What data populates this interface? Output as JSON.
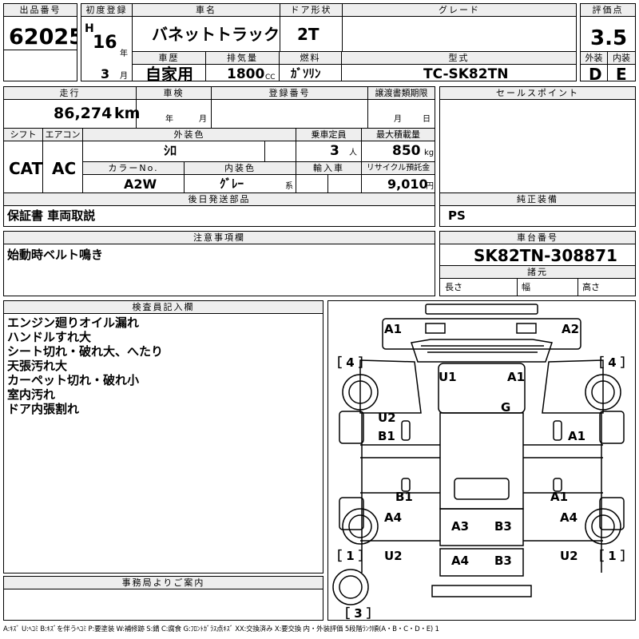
{
  "header": {
    "lot_label": "出品番号",
    "lot_no": "62025",
    "first_reg_label": "初度登録",
    "era": "H",
    "year": "16",
    "year_unit": "年",
    "month": "3",
    "month_unit": "月",
    "car_name_label": "車名",
    "car_name": "バネットトラック",
    "door_label": "ドア形状",
    "door": "2T",
    "grade_label": "グレード",
    "grade": "",
    "score_label": "評価点",
    "score": "3.5",
    "history_label": "車歴",
    "history": "自家用",
    "disp_label": "排気量",
    "disp": "1800",
    "disp_unit": "CC",
    "fuel_label": "燃料",
    "fuel": "ｶﾞｿﾘﾝ",
    "model_label": "型式",
    "model": "TC-SK82TN",
    "ext_grade_label": "外装",
    "ext_grade": "D",
    "int_grade_label": "内装",
    "int_grade": "E"
  },
  "spec": {
    "mileage_label": "走行",
    "mileage": "86,274",
    "mileage_unit": "km",
    "inspection_label": "車検",
    "year_unit": "年",
    "month_unit": "月",
    "plate_label": "登録番号",
    "transfer_label": "譲渡書類期限",
    "m_unit": "月",
    "d_unit": "日",
    "shift_label": "シフト",
    "shift": "CAT",
    "ac_label": "エアコン",
    "ac": "AC",
    "ext_color_label": "外装色",
    "ext_color": "ｼﾛ",
    "capacity_label": "乗車定員",
    "capacity": "3",
    "capacity_unit": "人",
    "load_label": "最大積載量",
    "load": "850",
    "load_unit": "kg",
    "color_no_label": "カラーNo.",
    "color_no": "A2W",
    "int_color_label": "内装色",
    "int_color": "ｸﾞﾚｰ",
    "int_color_unit": "系",
    "import_label": "輸入車",
    "recycle_label": "リサイクル預託金",
    "recycle": "9,010",
    "recycle_unit": "円",
    "later_label": "後日発送部品",
    "later": "保証書 車両取説"
  },
  "sales_point_label": "セールスポイント",
  "genuine_label": "純正装備",
  "genuine": "PS",
  "notes_label": "注意事項欄",
  "notes": "始動時ベルト鳴き",
  "chassis_label": "車台番号",
  "chassis": "SK82TN-308871",
  "dims_label": "諸元",
  "length_label": "長さ",
  "width_label": "幅",
  "height_label": "高さ",
  "inspector_label": "検査員記入欄",
  "inspector_notes": [
    "エンジン廻りオイル漏れ",
    "ハンドルすれ大",
    "シート切れ・破れ大、へたり",
    "天張汚れ大",
    "カーペット切れ・破れ小",
    "室内汚れ",
    "ドア内張割れ"
  ],
  "office_label": "事務局よりご案内",
  "diagram": {
    "marks": [
      "A1",
      "A2",
      "U1",
      "A1",
      "G",
      "U2",
      "B1",
      "A1",
      "B1",
      "A1",
      "A4",
      "A4",
      "A3",
      "B3",
      "U2",
      "U2",
      "A4",
      "B3"
    ],
    "tire_scores": [
      "［ 4 ］",
      "［ 4 ］",
      "［ 1 ］",
      "［ 1 ］",
      "［ 3 ］"
    ]
  },
  "legend": "A:ｷｽﾞ U:ﾍｺﾐ B:ｷｽﾞを伴うﾍｺﾐ P:要塗装 W:補修跡 S:錆 C:腐食 G:ﾌﾛﾝﾄｶﾞﾗｽ点ｷｽﾞ XX:交換済み X:要交換 内・外装評価 5段階ﾗﾝｸ順(A・B・C・D・E) 1"
}
